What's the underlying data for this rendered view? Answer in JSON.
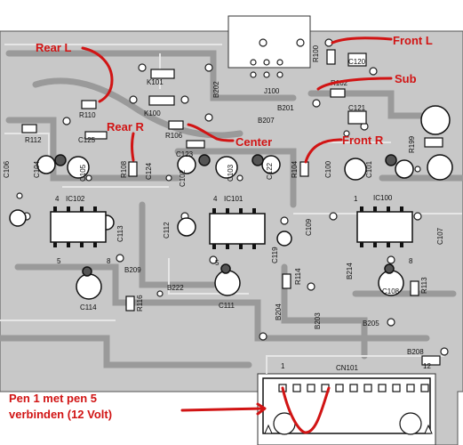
{
  "colors": {
    "annotation": "#d11414",
    "trace": "#9a9a9a",
    "board": "#c8c8c8",
    "silkscreen": "#111111"
  },
  "annotations": {
    "rear_l": "Rear L",
    "rear_r": "Rear R",
    "center": "Center",
    "front_l": "Front L",
    "front_r": "Front R",
    "sub": "Sub",
    "note_line1": "Pen 1 met pen 5",
    "note_line2": "verbinden (12 Volt)"
  },
  "components": {
    "ic100": "IC100",
    "ic101": "IC101",
    "ic102": "IC102",
    "k100": "K100",
    "k101": "K101",
    "j100": "J100",
    "cn101": "CN101",
    "r100": "R100",
    "r102": "R102",
    "r104": "R104",
    "r106": "R106",
    "r108": "R108",
    "r110": "R110",
    "r112": "R112",
    "r113": "R113",
    "r114": "R114",
    "r116": "R116",
    "r199": "R199",
    "c100": "C100",
    "c101": "C101",
    "c102": "C102",
    "c103": "C103",
    "c104": "C104",
    "c105": "C105",
    "c106": "C106",
    "c107": "C107",
    "c108": "C108",
    "c109": "C109",
    "c111": "C111",
    "c112": "C112",
    "c113": "C113",
    "c114": "C114",
    "c119": "C119",
    "c120": "C120",
    "c121": "C121",
    "c122": "C122",
    "c123": "C123",
    "c124": "C124",
    "c125": "C125",
    "b201": "B201",
    "b202": "B202",
    "b203": "B203",
    "b204": "B204",
    "b205": "B205",
    "b207": "B207",
    "b208": "B208",
    "b209": "B209",
    "b214": "B214",
    "b222": "B222",
    "pin1": "1",
    "pin12": "12",
    "pin4a": "4",
    "pin4b": "4",
    "pin5a": "5",
    "pin5b": "5",
    "pin8a": "8",
    "pin8b": "8",
    "pin1b": "1"
  }
}
